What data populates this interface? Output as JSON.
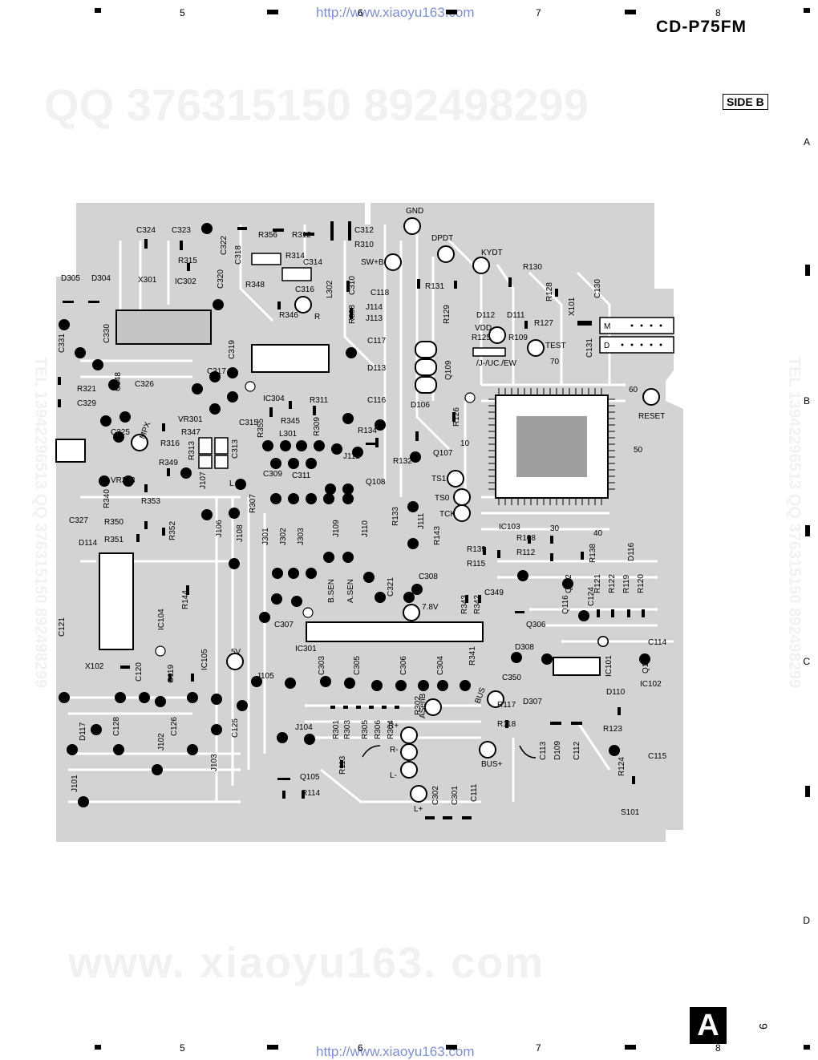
{
  "header": {
    "model": "CD-P75FM",
    "side": "SIDE B",
    "url": "http://www.xiaoyu163.com",
    "columns": [
      "5",
      "6",
      "7",
      "8"
    ]
  },
  "rows": [
    "A",
    "B",
    "C",
    "D"
  ],
  "watermarks": {
    "qq": "QQ 376315150   892498299",
    "site": "www. xiaoyu163. com",
    "side_left": "TEL 13942296513   QQ 376315150   892498299",
    "side_right": "TEL 13942296513   QQ 376315150   892498299"
  },
  "footer": {
    "page_letter": "A",
    "page_number": "9"
  },
  "pcb_labels": {
    "gnd": "GND",
    "dpdt": "DPDT",
    "kydt": "KYDT",
    "swb": "SW+B",
    "vdd": "VDD",
    "test": "TEST",
    "reset": "RESET",
    "mpx": "MPX",
    "tso": "TS0",
    "ts1": "TS1",
    "tck": "TCK",
    "v5": "5V",
    "v78": "7.8V",
    "bus": "BUS",
    "busplus": "BUS+",
    "asenb": "ASenB",
    "rplus": "R+",
    "rminus": "R-",
    "lminus": "L-",
    "lplus": "L+",
    "bsen": "B.SEN",
    "asen": "A.SEN",
    "jucew": "/J-/UC./EW",
    "m": "M",
    "d": "D",
    "n60": "60",
    "n50": "50",
    "n70": "70",
    "n10": "10",
    "n30": "30",
    "n40": "40",
    "ic103": "IC103",
    "ic301": "IC301",
    "ic302": "IC302",
    "ic304": "IC304",
    "ic101": "IC101",
    "ic102": "IC102",
    "ic104": "IC104",
    "ic105": "IC105",
    "x101": "X101",
    "x102": "X102",
    "x301": "X301",
    "s101": "S101",
    "d305": "D305",
    "d304": "D304",
    "d112": "D112",
    "d111": "D111",
    "d113": "D113",
    "d106": "D106",
    "d114": "D114",
    "d116": "D116",
    "d117": "D117",
    "d110": "D110",
    "d109": "D109",
    "d307": "D307",
    "d308": "D308",
    "q105": "Q105",
    "q106": "Q106",
    "q107": "Q107",
    "q108": "Q108",
    "q109": "Q109",
    "q112": "Q112",
    "q116": "Q116",
    "q306": "Q306",
    "c324": "C324",
    "c323": "C323",
    "c322": "C322",
    "c318": "C318",
    "c314": "C314",
    "c312": "C312",
    "c310": "C310",
    "c316": "C316",
    "c320": "C320",
    "c330": "C330",
    "c331": "C331",
    "c319": "C319",
    "c317": "C317",
    "c326": "C326",
    "c348": "C348",
    "c329": "C329",
    "c325": "C325",
    "c315": "C315",
    "c313": "C313",
    "c309": "C309",
    "c311": "C311",
    "c308": "C308",
    "c327": "C327",
    "c321": "C321",
    "c307": "C307",
    "c303": "C303",
    "c305": "C305",
    "c306": "C306",
    "c304": "C304",
    "c302": "C302",
    "c301": "C301",
    "c349": "C349",
    "c350": "C350",
    "c118": "C118",
    "c117": "C117",
    "c116": "C116",
    "c130": "C130",
    "c131": "C131",
    "c114": "C114",
    "c115": "C115",
    "c113": "C113",
    "c112": "C112",
    "c111": "C111",
    "c119": "C119",
    "c120": "C120",
    "c121": "C121",
    "c124": "C124",
    "c125": "C125",
    "c126": "C126",
    "c128": "C128",
    "r356": "R356",
    "r312": "R312",
    "r310": "R310",
    "r315": "R315",
    "r314": "R314",
    "r348": "R348",
    "r346": "R346",
    "r308": "R308",
    "r131": "R131",
    "r130": "R130",
    "r128": "R128",
    "r129": "R129",
    "r127": "R127",
    "r125": "R125",
    "r109": "R109",
    "r126": "R126",
    "r134": "R134",
    "r132": "R132",
    "r133": "R133",
    "r143": "R143",
    "r321": "R321",
    "r316": "R316",
    "r347": "R347",
    "r313": "R313",
    "r349": "R349",
    "r345": "R345",
    "r355": "R355",
    "r311": "R311",
    "r309": "R309",
    "r307": "R307",
    "r353": "R353",
    "r340": "R340",
    "r350": "R350",
    "r351": "R351",
    "r352": "R352",
    "r144": "R144",
    "r108": "R108",
    "r112": "R112",
    "r139": "R139",
    "r115": "R115",
    "r138": "R138",
    "r121": "R121",
    "r122": "R122",
    "r119": "R119",
    "r120": "R120",
    "r343": "R343",
    "r342": "R342",
    "r341": "R341",
    "r117": "R117",
    "r118": "R118",
    "r123": "R123",
    "r124": "R124",
    "r113": "R113",
    "r114": "R114",
    "r301": "R301",
    "r303": "R303",
    "r305": "R305",
    "r306": "R306",
    "r304": "R304",
    "r302": "R302",
    "l301": "L301",
    "l302": "L302",
    "vr301": "VR301",
    "vr303": "VR303",
    "j114": "J114",
    "j113": "J113",
    "j112": "J112",
    "j111": "J111",
    "j110": "J110",
    "j109": "J109",
    "j108": "J108",
    "j107": "J107",
    "j106": "J106",
    "j105": "J105",
    "j104": "J104",
    "j103": "J103",
    "j102": "J102",
    "j101": "J101",
    "j301": "J301",
    "j302": "J302",
    "j303": "J303",
    "r_small": "R",
    "l_small": "L"
  }
}
